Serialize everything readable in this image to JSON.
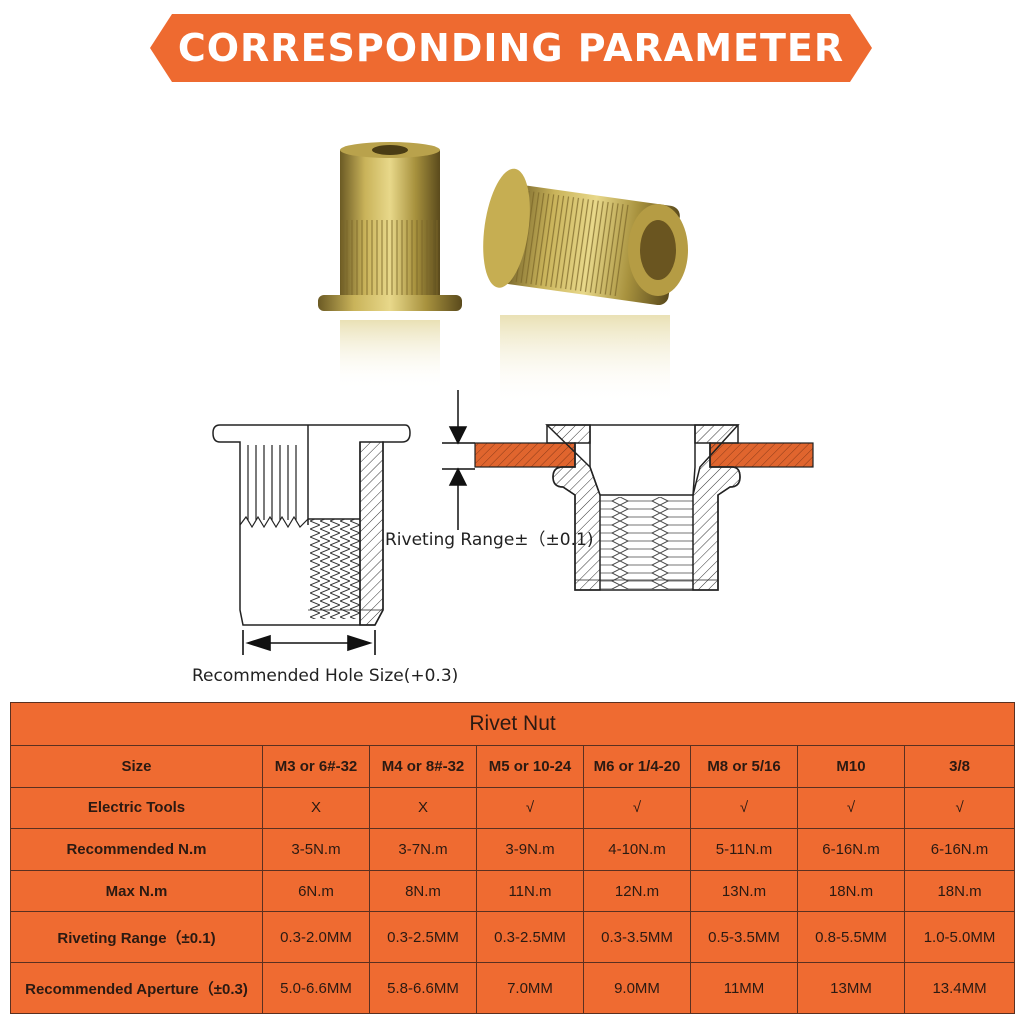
{
  "banner": {
    "title": "CORRESPONDING PARAMETER"
  },
  "colors": {
    "accent": "#ef6b31",
    "banner": "#ee6a30",
    "border": "#5a3020",
    "hatch_fill": "#e0652e"
  },
  "diagram": {
    "riveting_range_label": "Riveting Range±（±0.1)",
    "hole_size_label": "Recommended Hole Size(+0.3)"
  },
  "table": {
    "caption": "Rivet Nut",
    "columns": [
      "Size",
      "M3 or 6#-32",
      "M4 or 8#-32",
      "M5 or 10-24",
      "M6 or 1/4-20",
      "M8 or 5/16",
      "M10",
      "3/8"
    ],
    "rows": [
      {
        "label": "Electric Tools",
        "values": [
          "X",
          "X",
          "√",
          "√",
          "√",
          "√",
          "√"
        ]
      },
      {
        "label": "Recommended N.m",
        "values": [
          "3-5N.m",
          "3-7N.m",
          "3-9N.m",
          "4-10N.m",
          "5-11N.m",
          "6-16N.m",
          "6-16N.m"
        ]
      },
      {
        "label": "Max N.m",
        "values": [
          "6N.m",
          "8N.m",
          "11N.m",
          "12N.m",
          "13N.m",
          "18N.m",
          "18N.m"
        ]
      },
      {
        "label": "Riveting Range（±0.1)",
        "values": [
          "0.3-2.0MM",
          "0.3-2.5MM",
          "0.3-2.5MM",
          "0.3-3.5MM",
          "0.5-3.5MM",
          "0.8-5.5MM",
          "1.0-5.0MM"
        ]
      },
      {
        "label": "Recommended Aperture（±0.3)",
        "values": [
          "5.0-6.6MM",
          "5.8-6.6MM",
          "7.0MM",
          "9.0MM",
          "11MM",
          "13MM",
          "13.4MM"
        ]
      }
    ]
  }
}
